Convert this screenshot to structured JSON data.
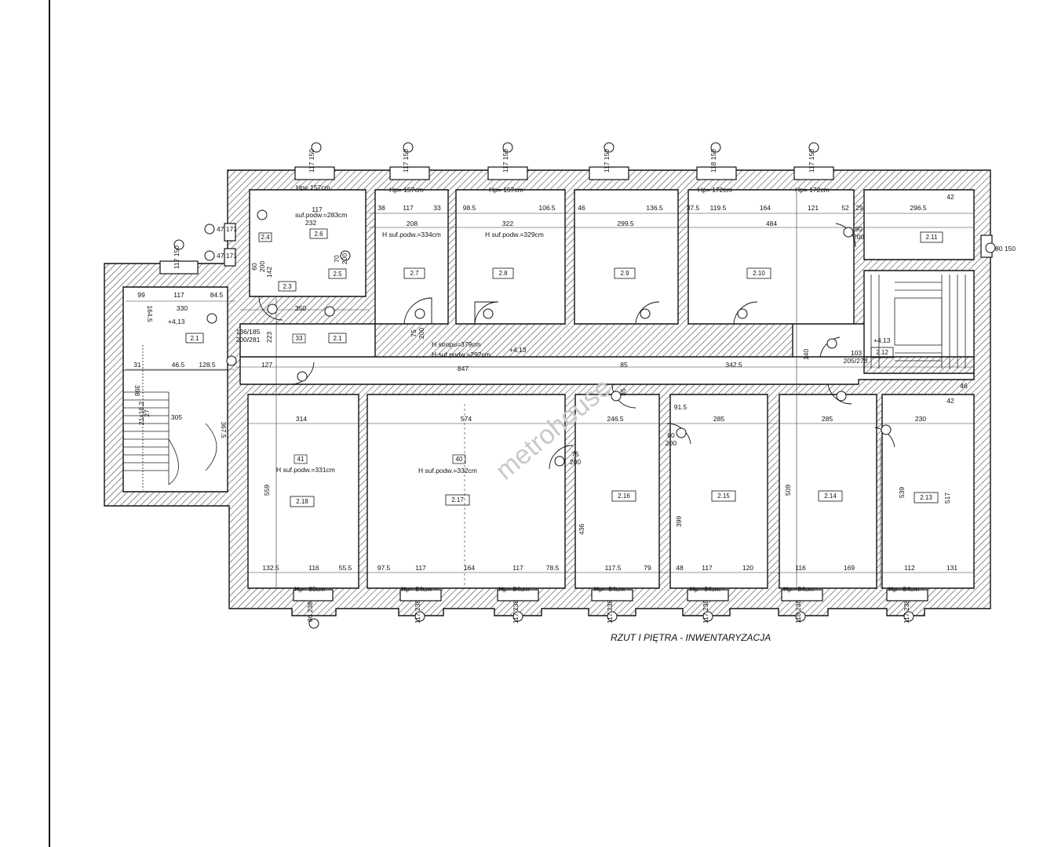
{
  "plan_title": "RZUT I PIĘTRA - INWENTARYZACJA",
  "watermark": "metrohouse",
  "level_marks": [
    "+4,13",
    "+4,13",
    "+4,13"
  ],
  "height_notes": {
    "h_stropu": "H stropu=379cm",
    "h_suf_corridor": "H suf.podw.=292cm",
    "h_suf_27": "H suf.podw.=334cm",
    "h_suf_28": "H suf.podw.=329cm",
    "h_suf_wc": "suf.podw.=283cm",
    "h_suf_218": "H suf.podw.=331cm",
    "h_suf_217": "H suf.podw.=332cm"
  },
  "rooms": [
    {
      "number": "2.1"
    },
    {
      "number": "2.1"
    },
    {
      "number": "2.3"
    },
    {
      "number": "2.4"
    },
    {
      "number": "2.5"
    },
    {
      "number": "2.6"
    },
    {
      "number": "2.7"
    },
    {
      "number": "2.8"
    },
    {
      "number": "2.9"
    },
    {
      "number": "2.10"
    },
    {
      "number": "2.11"
    },
    {
      "number": "2.12"
    },
    {
      "number": "2.13"
    },
    {
      "number": "2.14"
    },
    {
      "number": "2.15"
    },
    {
      "number": "2.16"
    },
    {
      "number": "2.17"
    },
    {
      "number": "2.18"
    }
  ],
  "room_tags": [
    "33",
    "41",
    "40"
  ],
  "window_heights_top": [
    "Hp= 157cm",
    "Hp= 157cm",
    "Hp= 157cm",
    "Hp= 172cm",
    "Hp= 172cm"
  ],
  "window_heights_bottom": [
    "Hp= 80cm",
    "Hp= 84cm",
    "Hp= 84cm",
    "Hp= 84cm",
    "Hp= 84cm",
    "Hp= 84cm",
    "Hp= 84cm"
  ],
  "top_dimensions": [
    "117",
    "208",
    "322",
    "117",
    "299.5",
    "484",
    "296.5",
    "98.5",
    "106.5",
    "136.5",
    "119.5",
    "164",
    "121",
    "232",
    "38",
    "33",
    "46",
    "37.5",
    "52",
    "29",
    "42"
  ],
  "left_dimensions": [
    "99",
    "117",
    "330",
    "84.5",
    "31",
    "46.5",
    "128.5",
    "164.5",
    "398",
    "305",
    "367.5",
    "223",
    "142",
    "21x18,2",
    "27"
  ],
  "corridor_dimensions": [
    "350",
    "127",
    "847",
    "85",
    "342.5",
    "140",
    "103",
    "205/273",
    "136/185",
    "200/281"
  ],
  "bottom_dimensions": [
    "314",
    "574",
    "246.5",
    "91.5",
    "285",
    "285",
    "230",
    "132.5",
    "116",
    "55.5",
    "97.5",
    "117",
    "164",
    "117",
    "78.5",
    "117.5",
    "79",
    "48",
    "117",
    "120",
    "116",
    "169",
    "112",
    "131",
    "559",
    "436",
    "399",
    "509",
    "539",
    "517",
    "42",
    "46"
  ],
  "door_dimensions": [
    "75",
    "200",
    "80",
    "200",
    "85",
    "90",
    "200",
    "60",
    "200",
    "70",
    "200",
    "75",
    "200"
  ],
  "window_symbols_top": [
    "117\n150",
    "117\n150",
    "117\n150",
    "117\n150",
    "118\n150",
    "117\n150",
    "117\n150"
  ],
  "window_symbols_side": [
    "47\n171",
    "47\n171",
    "80\n150"
  ],
  "window_symbols_bottom": [
    "86\n238",
    "117\n238",
    "117\n238",
    "117\n238",
    "117\n238",
    "118\n238",
    "117\n238"
  ]
}
